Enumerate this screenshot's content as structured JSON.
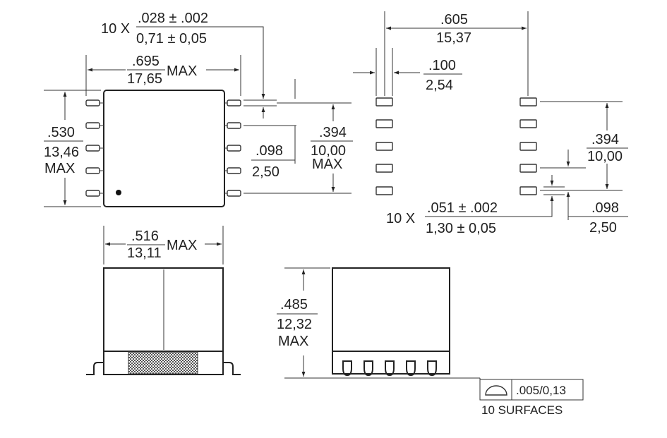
{
  "top_view": {
    "pad_count_prefix": "10 X",
    "pad_width_in": ".028 ± .002",
    "pad_width_mm": "0,71 ± 0,05",
    "body_length_in": ".695",
    "body_length_mm": "17,65",
    "body_length_suffix": "MAX",
    "body_width_in": ".530",
    "body_width_mm": "13,46",
    "body_width_suffix": "MAX",
    "pitch_in": ".098",
    "pitch_mm": "2,50",
    "row_span_in": ".394",
    "row_span_mm": "10,00",
    "row_span_suffix": "MAX"
  },
  "footprint_view": {
    "pad_spacing_in": ".605",
    "pad_spacing_mm": "15,37",
    "pad_length_in": ".100",
    "pad_length_mm": "2,54",
    "row_span_in": ".394",
    "row_span_mm": "10,00",
    "pitch_in": ".098",
    "pitch_mm": "2,50",
    "pad_count_prefix": "10 X",
    "pad_width_in": ".051 ± .002",
    "pad_width_mm": "1,30 ± 0,05"
  },
  "side_view": {
    "width_in": ".516",
    "width_mm": "13,11",
    "width_suffix": "MAX"
  },
  "end_view": {
    "height_in": ".485",
    "height_mm": "12,32",
    "height_suffix": "MAX"
  },
  "coplanarity": {
    "tolerance": ".005/0,13",
    "surfaces_label": "10 SURFACES"
  }
}
